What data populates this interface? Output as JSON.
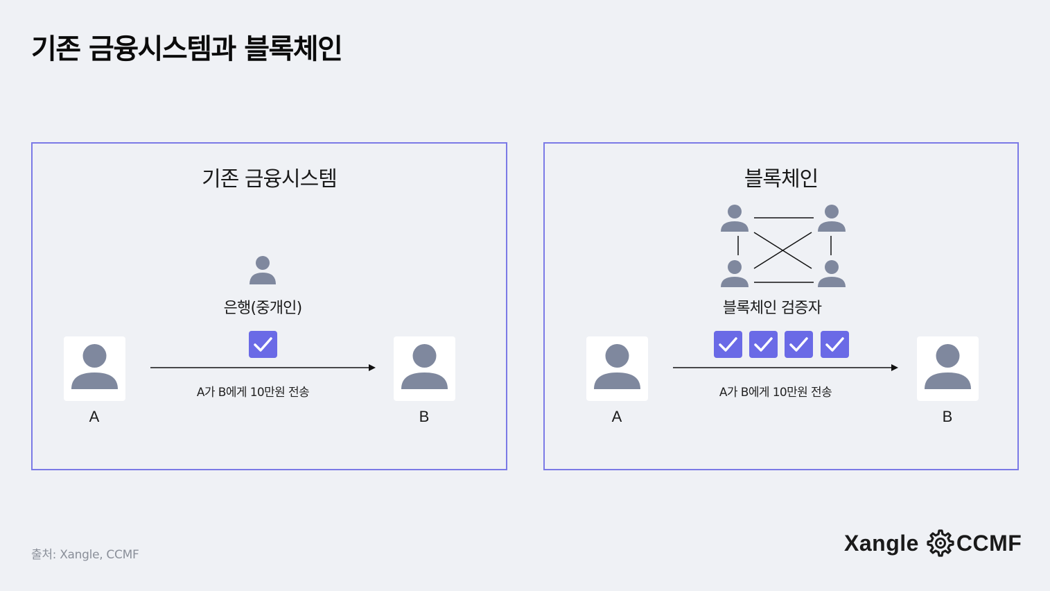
{
  "page": {
    "title": "기존 금융시스템과 블록체인"
  },
  "left_panel": {
    "title": "기존 금융시스템",
    "intermediary_label": "은행(중개인)",
    "sender": "A",
    "receiver": "B",
    "transaction": "A가 B에게 10만원 전송",
    "check_count": 1
  },
  "right_panel": {
    "title": "블록체인",
    "validators_label": "블록체인 검증자",
    "sender": "A",
    "receiver": "B",
    "transaction": "A가 B에게 10만원 전송",
    "check_count": 4
  },
  "footer": {
    "source": "출처: Xangle, CCMF",
    "logo_xangle": "Xangle",
    "logo_ccmf": "CCMF"
  },
  "colors": {
    "background": "#eff1f5",
    "panel_border": "#7a79e6",
    "person_icon": "#7f889e",
    "check_badge": "#6a6ae6"
  },
  "icons": [
    "person-icon",
    "checkmark-icon",
    "gear-icon",
    "arrow-right-icon"
  ]
}
